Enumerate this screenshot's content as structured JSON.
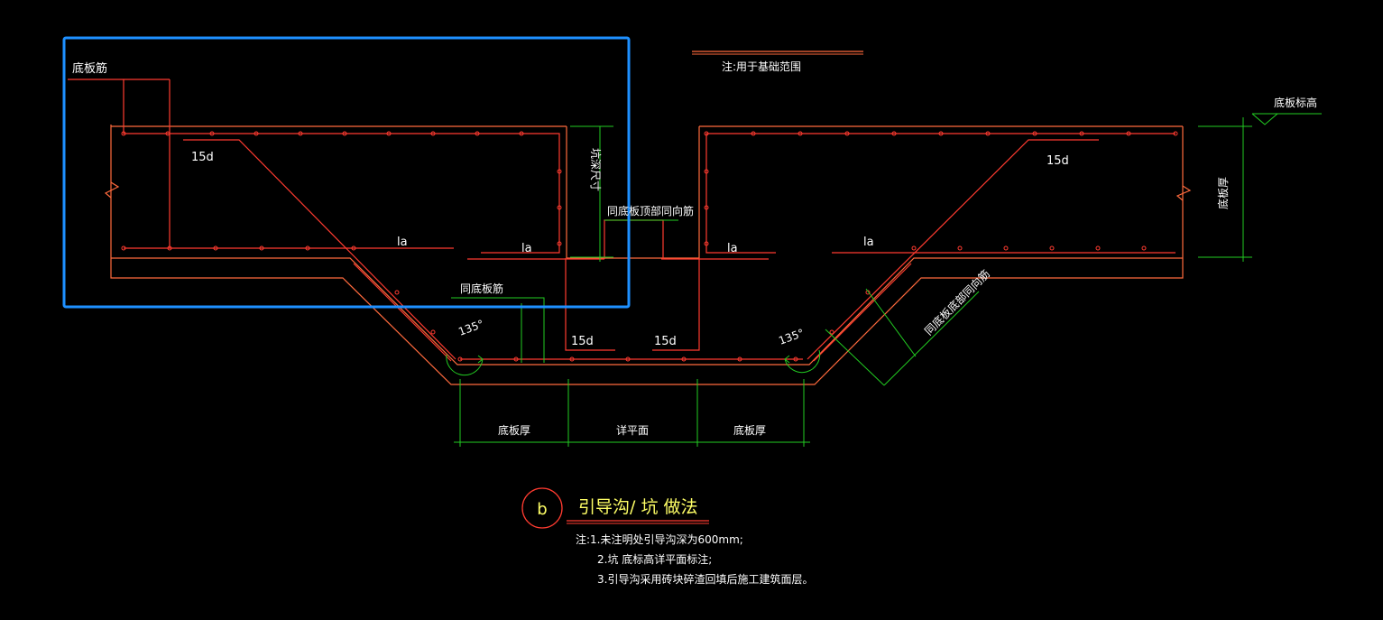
{
  "colors": {
    "background": "#000000",
    "rebar": "#ff3b30",
    "concrete_outline": "#ff6a3d",
    "dimension": "#22cc22",
    "selection_box": "#1e90ff",
    "text": "#ffffff",
    "title": "#ffff66"
  },
  "labels": {
    "bottom_slab_rebar": "底板筋",
    "note_foundation_range": "注:用于基础范围",
    "bottom_slab_elevation": "底板标高",
    "anchor_15d_left": "15d",
    "anchor_15d_right": "15d",
    "anchor_15d_pit_left": "15d",
    "anchor_15d_pit_right": "15d",
    "la_1": "la",
    "la_2": "la",
    "la_3": "la",
    "la_4": "la",
    "pit_depth": "坑深尺寸",
    "same_top_rebar": "同底板顶部同向筋",
    "same_bottom_rebar": "同底板筋",
    "same_bottom_dir_rebar": "同底板底部同向筋",
    "slab_thickness_right": "底板厚",
    "angle_left": "135°",
    "angle_right": "135°"
  },
  "dimensions": {
    "left": "底板厚",
    "middle": "详平面",
    "right": "底板厚"
  },
  "detail": {
    "symbol": "b",
    "title": "引导沟/ 坑 做法"
  },
  "notes": {
    "line1": "注:1.未注明处引导沟深为600mm;",
    "line2": "2.坑 底标高详平面标注;",
    "line3": "3.引导沟采用砖块碎渣回填后施工建筑面层。"
  }
}
